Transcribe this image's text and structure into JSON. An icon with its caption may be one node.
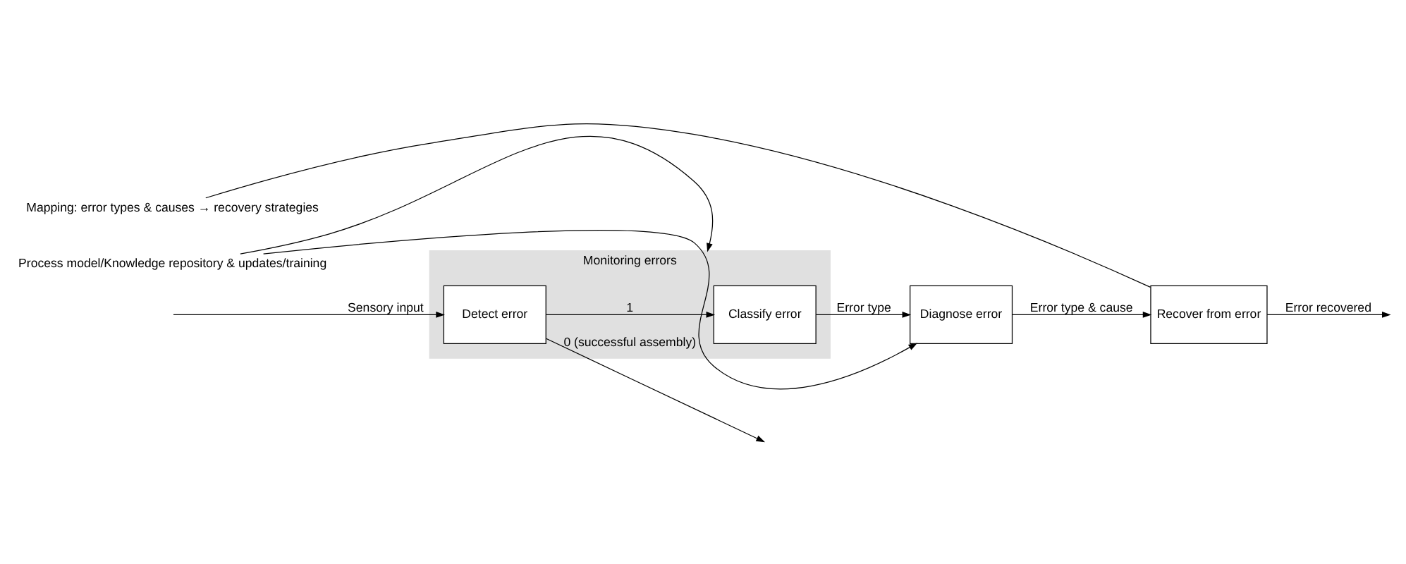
{
  "diagram": {
    "nodes": [
      {
        "text": [
          "Monitoring errors"
        ]
      },
      {
        "text": [
          "Detect error"
        ],
        "in": 0
      },
      {
        "text": [
          "Classify error"
        ],
        "in": 0
      },
      {
        "text": [
          "Diagnose error"
        ]
      },
      {
        "text": [
          "Recover from error"
        ]
      },
      {
        "text": [
          "Process model/Knowledge repository & updates/training"
        ]
      },
      {
        "text": [
          "Mapping: error types & causes → recovery strategies"
        ]
      }
    ],
    "edges": [
      {
        "from": null,
        "to": 1,
        "arrow": "to",
        "label": "Sensory input"
      },
      {
        "from": 1,
        "to": null,
        "arrow": "to",
        "label": "0 (successful assembly)"
      },
      {
        "from": 1,
        "to": 2,
        "arrow": "to",
        "label": "1"
      },
      {
        "from": 2,
        "to": 3,
        "arrow": "to",
        "label": "Error type"
      },
      {
        "from": 3,
        "to": 4,
        "arrow": "to",
        "label": "Error type & cause"
      },
      {
        "from": 4,
        "to": null,
        "arrow": "to",
        "label": "Error recovered"
      },
      {
        "from": 5,
        "to": 0,
        "arrow": "to"
      },
      {
        "from": 5,
        "to": 3,
        "arrow": "to"
      },
      {
        "from": 6,
        "to": 4,
        "arrow": "none"
      }
    ]
  }
}
